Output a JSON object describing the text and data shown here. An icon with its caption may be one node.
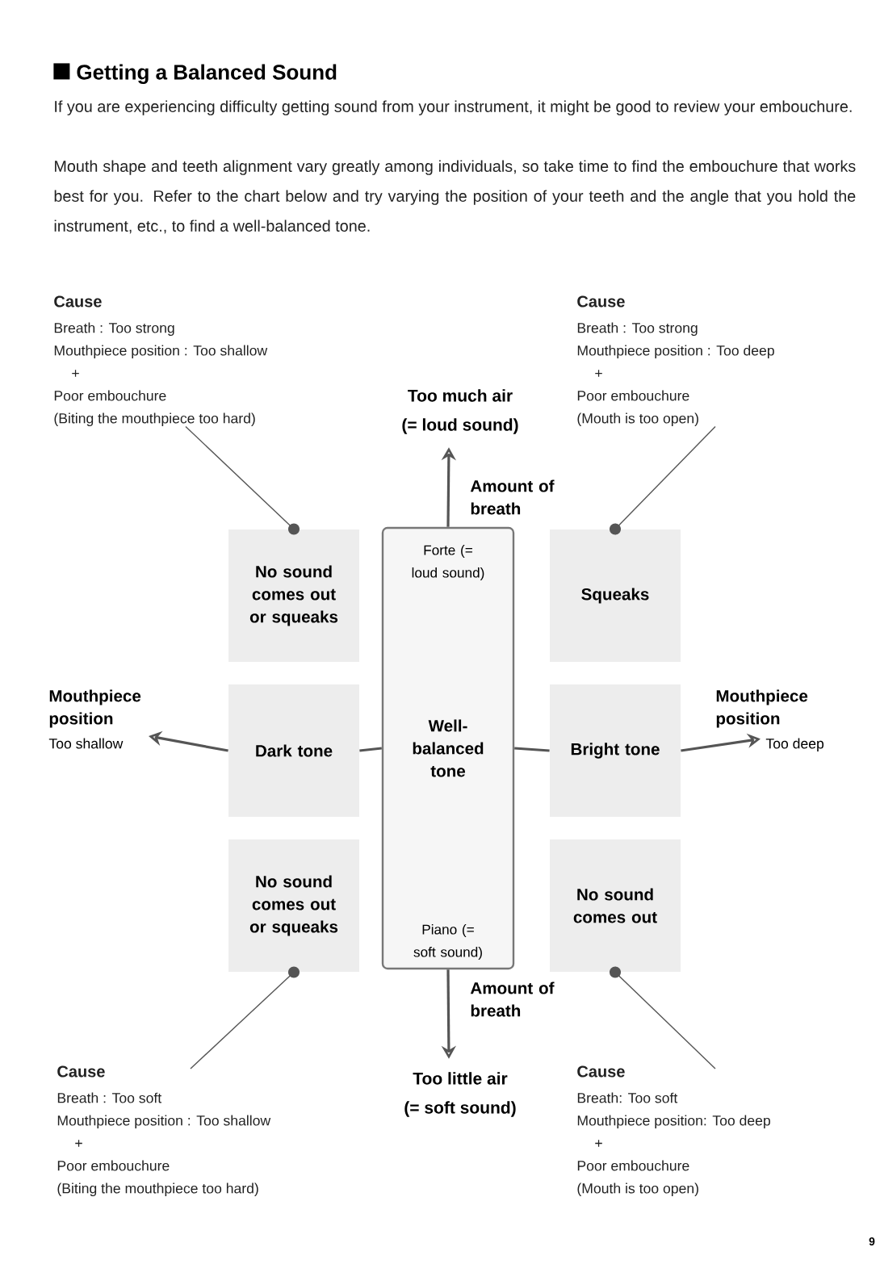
{
  "diagram": {
    "title": "Getting a Balanced Sound",
    "nodes": [
      {
        "text": [
          "Cause",
          "Breath : Too strong",
          "Mouthpiece position : Too shallow",
          "+",
          "Poor embouchure",
          "(Biting the mouthpiece too hard)"
        ]
      },
      {
        "text": [
          "Cause",
          "Breath : Too strong",
          "Mouthpiece position : Too deep",
          "+",
          "Poor embouchure",
          "(Mouth is too open)"
        ]
      },
      {
        "text": [
          "Too much air",
          "(= loud sound)"
        ]
      },
      {
        "text": [
          "No sound comes out or squeaks"
        ]
      },
      {
        "text": [
          "Forte (= loud sound)",
          "Well-balanced tone",
          "Piano (= soft sound)"
        ]
      },
      {
        "text": [
          "Squeaks"
        ]
      },
      {
        "text": [
          "Mouthpiece position",
          "Too shallow"
        ]
      },
      {
        "text": [
          "Dark tone"
        ]
      },
      {
        "text": [
          "Bright tone"
        ]
      },
      {
        "text": [
          "Mouthpiece position",
          "Too deep"
        ]
      },
      {
        "text": [
          "No sound comes out or squeaks"
        ]
      },
      {
        "text": [
          "No sound comes out"
        ]
      },
      {
        "text": [
          "Cause",
          "Breath : Too soft",
          "Mouthpiece position : Too shallow",
          "+",
          "Poor embouchure",
          "(Biting the mouthpiece too hard)"
        ]
      },
      {
        "text": [
          "Too little air",
          "(= soft sound)"
        ]
      },
      {
        "text": [
          "Cause",
          "Breath: Too soft",
          "Mouthpiece position: Too deep",
          "+",
          "Poor embouchure",
          "(Mouth is too open)"
        ]
      }
    ],
    "edges": [
      {
        "from": 0,
        "to": 3,
        "arrow": "other"
      },
      {
        "from": 1,
        "to": 5,
        "arrow": "other"
      },
      {
        "from": 4,
        "to": 2,
        "arrow": "to",
        "label": "Amount of breath"
      },
      {
        "from": 4,
        "to": 7,
        "arrow": "none"
      },
      {
        "from": 4,
        "to": 8,
        "arrow": "none"
      },
      {
        "from": 7,
        "to": 6,
        "arrow": "to"
      },
      {
        "from": 8,
        "to": 9,
        "arrow": "to"
      },
      {
        "from": 4,
        "to": 13,
        "arrow": "to",
        "label": "Amount of breath"
      },
      {
        "from": 12,
        "to": 10,
        "arrow": "other"
      },
      {
        "from": 14,
        "to": 11,
        "arrow": "other"
      }
    ],
    "labels": [
      "If you are experiencing difficulty getting sound from your instrument, it might be good to review your embouchure.",
      "Mouth shape and teeth alignment vary greatly among individuals, so take time to find the embouchure that works best for you. Refer to the chart below and try varying the position of your teeth and the angle that you hold the instrument, etc., to find a well-balanced tone.",
      "9"
    ]
  }
}
